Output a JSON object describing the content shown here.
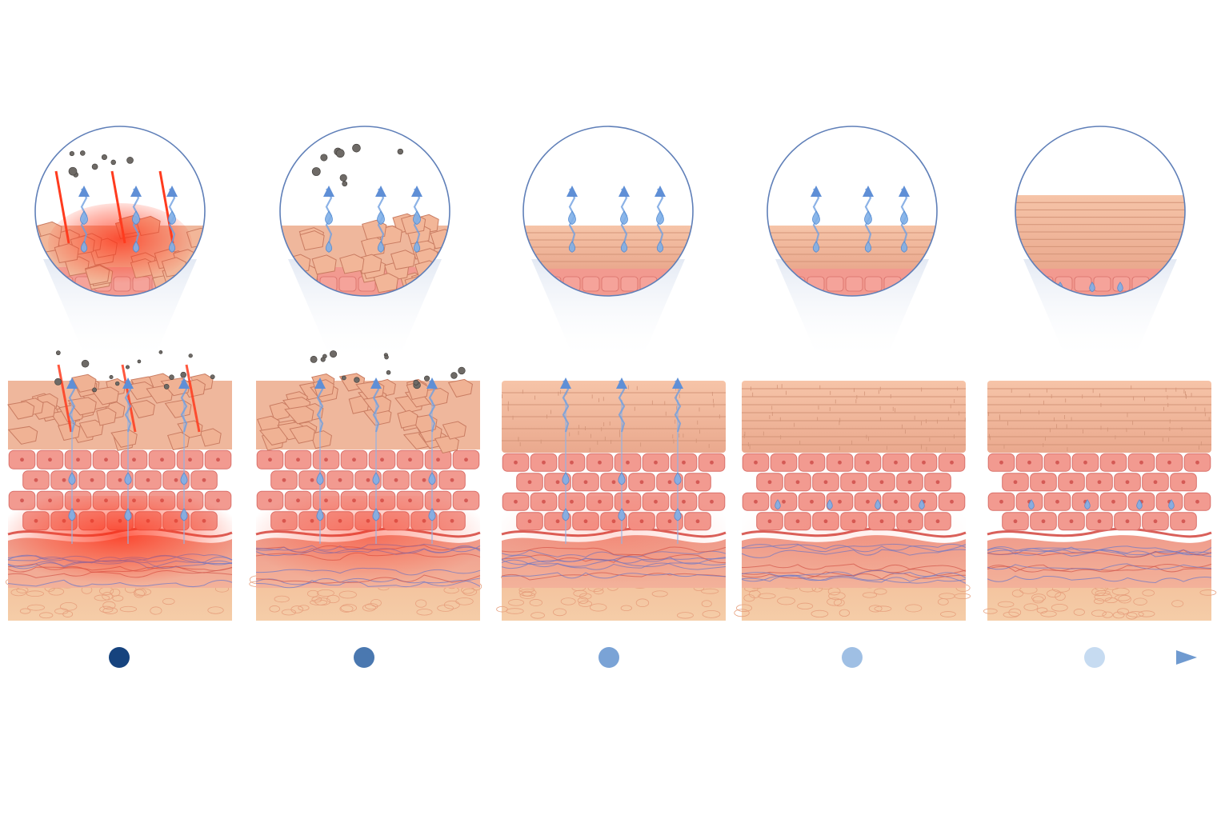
{
  "stages": [
    {
      "id": "stage-1",
      "barrier_state": "disrupted",
      "inflammation": 1.0,
      "water_loss_arrows": 3,
      "irritants": true
    },
    {
      "id": "stage-2",
      "barrier_state": "damaged",
      "inflammation": 0.55,
      "water_loss_arrows": 3,
      "irritants": true
    },
    {
      "id": "stage-3",
      "barrier_state": "repairing",
      "inflammation": 0.2,
      "water_loss_arrows": 3,
      "irritants": false
    },
    {
      "id": "stage-4",
      "barrier_state": "mostly-restored",
      "inflammation": 0.1,
      "water_loss_arrows": 3,
      "irritants": false
    },
    {
      "id": "stage-5",
      "barrier_state": "restored",
      "inflammation": 0.0,
      "water_loss_arrows": 0,
      "irritants": false
    }
  ],
  "timeline": {
    "marker_colors": [
      "#16437e",
      "#4a78b0",
      "#7aa3d6",
      "#9fbfe4",
      "#c6dbf1"
    ],
    "line_color": "#2c5a94",
    "arrow_color": "#6f9ad0"
  },
  "colors": {
    "stratum_corneum": "#e7a98c",
    "cell_fill": "#f29a90",
    "cell_stroke": "#d9706a",
    "dermis": "#f0a592",
    "subcutis": "#f3c19c",
    "vessel": "#6a78c9",
    "water_drop": "#7fb0e8",
    "inflammation": "#ff3b1e",
    "irritant": "#6e6a66",
    "circle_border": "#5f7fb8"
  }
}
